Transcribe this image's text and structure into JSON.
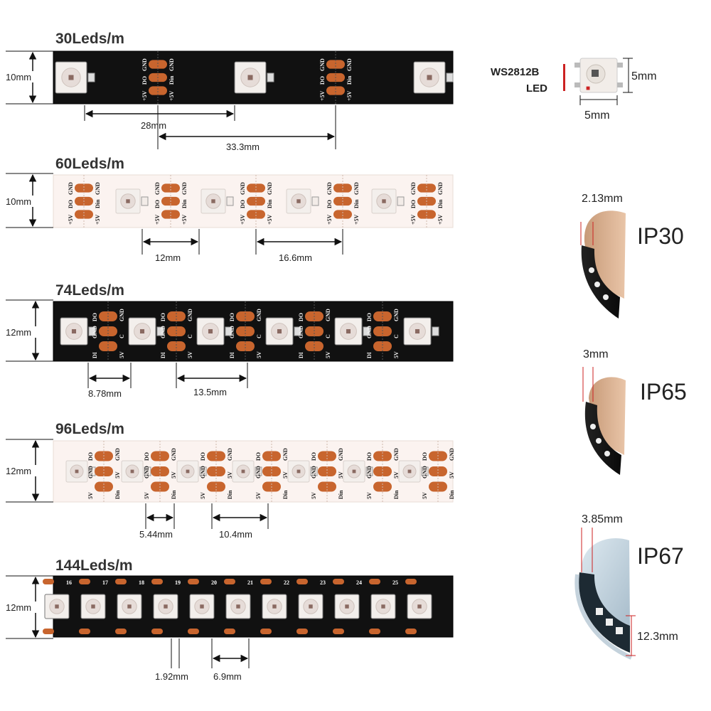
{
  "strips": [
    {
      "title": "30Leds/m",
      "width_label": "10mm",
      "dim1": "28mm",
      "dim2": "33.3mm",
      "theme": "black",
      "pins": [
        "DO",
        "GND",
        "+5V",
        "+5V",
        "Din",
        "GND"
      ]
    },
    {
      "title": "60Leds/m",
      "width_label": "10mm",
      "dim1": "12mm",
      "dim2": "16.6mm",
      "theme": "white",
      "pins": [
        "DO",
        "GND",
        "+5V",
        "+5V",
        "Din",
        "GND"
      ]
    },
    {
      "title": "74Leds/m",
      "width_label": "12mm",
      "dim1": "8.78mm",
      "dim2": "13.5mm",
      "theme": "black",
      "pins": [
        "GND",
        "DO",
        "DI",
        "5V",
        "C",
        "GND"
      ]
    },
    {
      "title": "96Leds/m",
      "width_label": "12mm",
      "dim1": "5.44mm",
      "dim2": "10.4mm",
      "theme": "white",
      "pins": [
        "GND",
        "DO",
        "5V",
        "Din",
        "5V",
        "GND"
      ]
    },
    {
      "title": "144Leds/m",
      "width_label": "12mm",
      "dim1": "1.92mm",
      "dim2": "6.9mm",
      "theme": "black",
      "pins": [],
      "numbers": [
        "16",
        "17",
        "18",
        "19",
        "20",
        "21",
        "22",
        "23",
        "24",
        "25"
      ]
    }
  ],
  "led": {
    "line1": "WS2812B",
    "line2": "LED",
    "height": "5mm",
    "width": "5mm"
  },
  "ip_ratings": [
    {
      "name": "IP30",
      "thickness": "2.13mm"
    },
    {
      "name": "IP65",
      "thickness": "3mm"
    },
    {
      "name": "IP67",
      "thickness": "3.85mm",
      "width": "12.3mm"
    }
  ],
  "colors": {
    "pad": "#c8652e",
    "strip_black": "#111111",
    "strip_white": "#fbf3f0",
    "led_body": "#f3efec",
    "dim_red": "#cc2222"
  }
}
